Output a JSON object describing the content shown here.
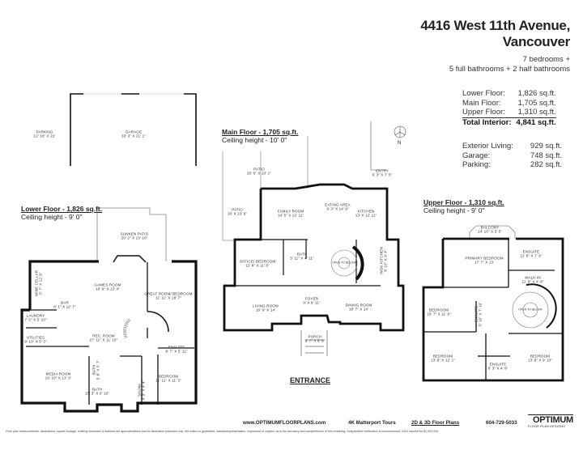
{
  "header": {
    "title_line1": "4416 West 11th Avenue,",
    "title_line2": "Vancouver",
    "bedrooms": "7 bedrooms +",
    "bathrooms": "5 full bathrooms + 2 half bathrooms"
  },
  "stats": {
    "interior": [
      {
        "label": "Lower Floor:",
        "value": "1,826 sq.ft."
      },
      {
        "label": "Main Floor:",
        "value": "1,705 sq.ft."
      },
      {
        "label": "Upper Floor:",
        "value": "1,310 sq.ft."
      }
    ],
    "total": {
      "label": "Total Interior:",
      "value": "4,841 sq.ft."
    },
    "exterior": [
      {
        "label": "Exterior Living:",
        "value": "929 sq.ft."
      },
      {
        "label": "Garage:",
        "value": "748 sq.ft."
      },
      {
        "label": "Parking:",
        "value": "282 sq.ft."
      }
    ]
  },
  "north_label": "N",
  "garage_area": {
    "parking": {
      "name": "PARKING",
      "dim": "12' 10\" X 22'"
    },
    "garage": {
      "name": "GARAGE",
      "dim": "33' 3\" X 21' 1\""
    }
  },
  "lower": {
    "title": "Lower Floor - 1,826 sq.ft.",
    "ceiling": "Ceiling height - 9' 0\"",
    "rooms": [
      {
        "name": "SUNKEN PATIO",
        "dim": "20' 2\" X 13' 10\""
      },
      {
        "name": "GAMES ROOM",
        "dim": "18' 9\" X 13' 4\""
      },
      {
        "name": "GREAT ROOM/ BEDROOM",
        "dim": "11' 11\" X 18' 7\""
      },
      {
        "name": "WINE CELLAR",
        "dim": "5' 7\" X 12' 8\""
      },
      {
        "name": "BAR",
        "dim": "6' 1\" X 12' 7\""
      },
      {
        "name": "LAUNDRY",
        "dim": "7' 5\" X 5' 10\""
      },
      {
        "name": "UTILITIES",
        "dim": "9' 10\" X 5' 3\""
      },
      {
        "name": "REC. ROOM",
        "dim": "27' 11\" X 11' 10\""
      },
      {
        "name": "ENSUITE",
        "dim": "9' 7\" X 5' 11\""
      },
      {
        "name": "MEDIA ROOM",
        "dim": "16' 10\" X 13' 3\""
      },
      {
        "name": "BATH",
        "dim": "5' 6\" X 5' 7\""
      },
      {
        "name": "BATH",
        "dim": "15' 3\" X 5' 10\""
      },
      {
        "name": "SAUNA",
        "dim": "4' 9\" X 4' 4\""
      },
      {
        "name": "BEDROOM",
        "dim": "11' 11\" X 11' 3\""
      }
    ]
  },
  "main": {
    "title": "Main Floor - 1,705 sq.ft.",
    "ceiling": "Ceiling height - 10' 0\"",
    "entrance": "ENTRANCE",
    "rooms": [
      {
        "name": "PATIO",
        "dim": "20' 6\" X 10' 1\""
      },
      {
        "name": "PATIO",
        "dim": "10' X 13' 6\""
      },
      {
        "name": "FAMILY ROOM",
        "dim": "14' 5\" X 12' 11\""
      },
      {
        "name": "EATING AREA",
        "dim": "9' 3\" X 14' 9\""
      },
      {
        "name": "KITCHEN",
        "dim": "13' X 12' 11\""
      },
      {
        "name": "ENTRY",
        "dim": "6' 3\" X 7' 5\""
      },
      {
        "name": "BATH",
        "dim": "5' 11\" X 4' 11\""
      },
      {
        "name": "OFFICE/ BEDROOM",
        "dim": "12' 8\" X 11' 8\""
      },
      {
        "name": "WOK KITCHEN",
        "dim": "6' 10\" X 9' 4\""
      },
      {
        "name": "FOYER",
        "dim": "9' X 9' 11\""
      },
      {
        "name": "LIVING ROOM",
        "dim": "18' 9\" X 14'"
      },
      {
        "name": "DINING ROOM",
        "dim": "18' 7\" X 14'"
      },
      {
        "name": "PORCH",
        "dim": "9' 7\" X 6' 9\""
      }
    ],
    "stair_note": "OPEN TO BELOW"
  },
  "upper": {
    "title": "Upper Floor - 1,310 sq.ft.",
    "ceiling": "Ceiling height - 9' 0\"",
    "rooms": [
      {
        "name": "BALCONY",
        "dim": "14' 10\" X 3' 5\""
      },
      {
        "name": "PRIMARY BEDROOM",
        "dim": "17' 7\" X 13'"
      },
      {
        "name": "ENSUITE",
        "dim": "11' 8\" X 7' 9\""
      },
      {
        "name": "WALK-IN",
        "dim": "11' 9\" X 4' 8\""
      },
      {
        "name": "BEDROOM",
        "dim": "10' 7\" X 11' 6\""
      },
      {
        "name": "ENSUITE",
        "dim": "5' 10\" X 7' 10\""
      },
      {
        "name": "BEDROOM",
        "dim": "13' 8\" X 12' 1\""
      },
      {
        "name": "ENSUITE",
        "dim": "8' 3\" X 4' 9\""
      },
      {
        "name": "BEDROOM",
        "dim": "13' 8\" X 9' 10\""
      }
    ],
    "stair_note": "OPEN TO BELOW"
  },
  "footer": {
    "website": "www.OPTIMUMFLOORPLANS.com",
    "matterport": "4K Matterport Tours",
    "floorplans": "2D & 3D Floor Plans",
    "phone": "604-729-5033",
    "logo_text": "OPTIMUM",
    "logo_sub": "FLOOR PLAN DESIGNS",
    "disclaimer": "Floor plan measurements, dimensions, square footage, existing structures & features are approximations and for illustrative purposes only. We make no guarantee, warrant/representation, expressed or implied, as to the accuracy and completeness of this rendering. Independent verification is recommended. E&O Insured for $1,000,000"
  }
}
